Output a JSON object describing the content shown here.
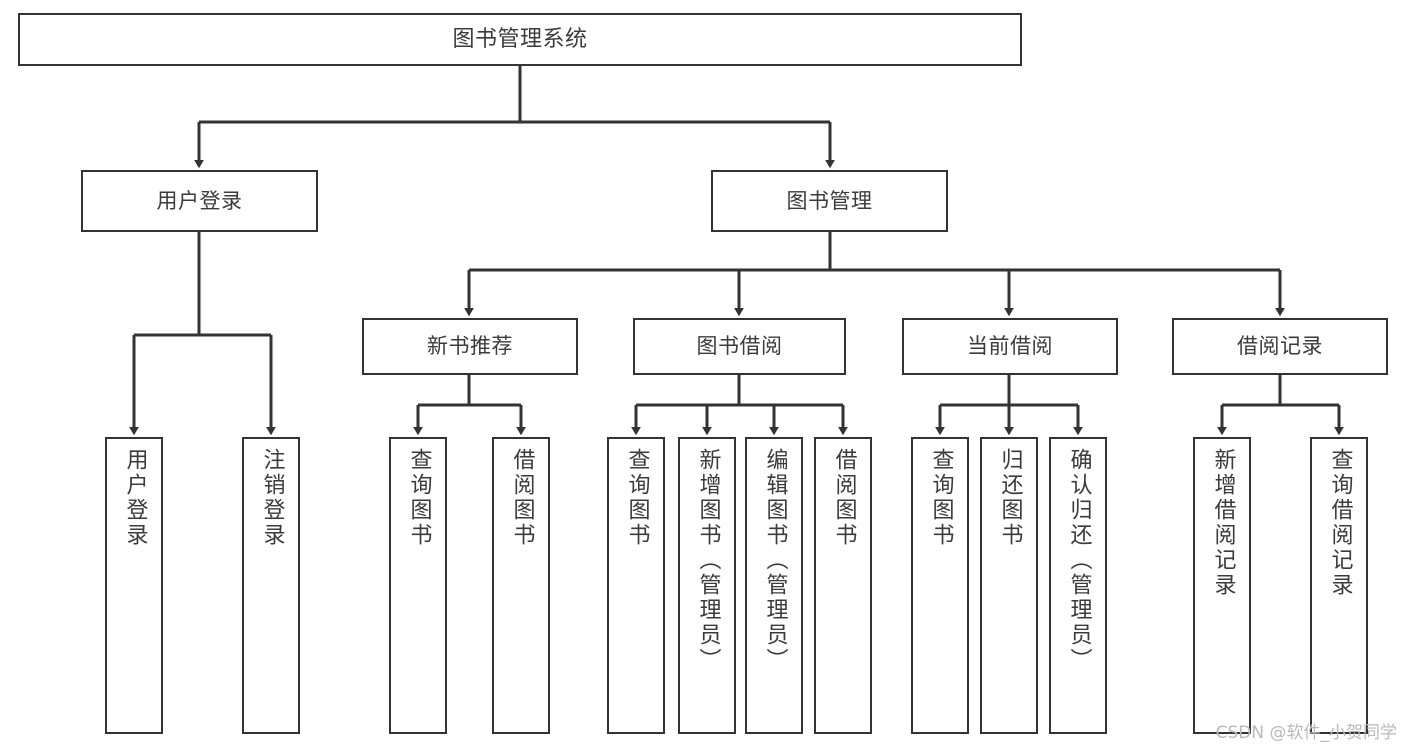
{
  "diagram": {
    "type": "tree",
    "title": "图书管理系统",
    "root": {
      "id": "root",
      "label": "图书管理系统"
    },
    "level2": [
      {
        "id": "user-login",
        "label": "用户登录"
      },
      {
        "id": "book-manage",
        "label": "图书管理"
      }
    ],
    "level3": [
      {
        "id": "new-book-recommend",
        "label": "新书推荐",
        "parent": "book-manage"
      },
      {
        "id": "book-borrow",
        "label": "图书借阅",
        "parent": "book-manage"
      },
      {
        "id": "current-borrow",
        "label": "当前借阅",
        "parent": "book-manage"
      },
      {
        "id": "borrow-record",
        "label": "借阅记录",
        "parent": "book-manage"
      }
    ],
    "leaves": [
      {
        "id": "leaf-user-login",
        "label": "用户登录",
        "parent": "user-login"
      },
      {
        "id": "leaf-user-logout",
        "label": "注销登录",
        "parent": "user-login"
      },
      {
        "id": "leaf-query-book-1",
        "label": "查询图书",
        "parent": "new-book-recommend"
      },
      {
        "id": "leaf-borrow-book-1",
        "label": "借阅图书",
        "parent": "new-book-recommend"
      },
      {
        "id": "leaf-query-book-2",
        "label": "查询图书",
        "parent": "book-borrow"
      },
      {
        "id": "leaf-add-book",
        "label": "新增图书（管理员）",
        "parent": "book-borrow"
      },
      {
        "id": "leaf-edit-book",
        "label": "编辑图书（管理员）",
        "parent": "book-borrow"
      },
      {
        "id": "leaf-borrow-book-2",
        "label": "借阅图书",
        "parent": "book-borrow"
      },
      {
        "id": "leaf-query-book-3",
        "label": "查询图书",
        "parent": "current-borrow"
      },
      {
        "id": "leaf-return-book",
        "label": "归还图书",
        "parent": "current-borrow"
      },
      {
        "id": "leaf-confirm-return",
        "label": "确认归还（管理员）",
        "parent": "current-borrow"
      },
      {
        "id": "leaf-add-record",
        "label": "新增借阅记录",
        "parent": "borrow-record"
      },
      {
        "id": "leaf-query-record",
        "label": "查询借阅记录",
        "parent": "borrow-record"
      }
    ]
  },
  "watermark": {
    "text": "CSDN @软件_小贺同学"
  },
  "colors": {
    "stroke": "#333333",
    "text": "#3b3b3b",
    "background": "#ffffff",
    "watermark": "#b9b9b9"
  }
}
